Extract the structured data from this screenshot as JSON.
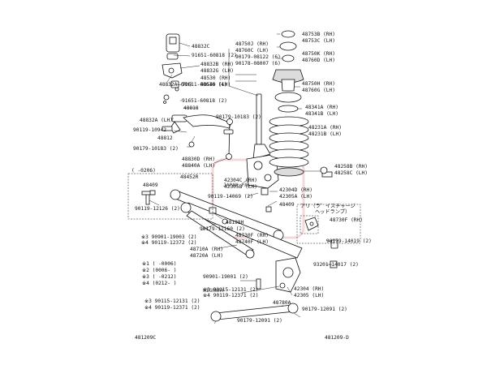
{
  "watermark": {
    "line1": "JAPAN PARTS",
    "line2": "HIGHWAY",
    "color": "#e8b9b9"
  },
  "footer": {
    "left_code": "481209C",
    "right_code": "481209-D"
  },
  "notes": [
    "※1 (    -0006)",
    "※2 (0006-    )",
    "※3 (    -0212)",
    "※4 (0212-    )"
  ],
  "callout_jp": "アリ（ラ゛イスチャージ\nヘッドランプ）",
  "labels": [
    "48832C",
    "91651-60818 (2)",
    "48832B (RH)",
    "48832G (LH)",
    "48530 (RH)",
    "48540 (LH)",
    "48832A (RH)",
    "91611-60616 (4)",
    "91651-60818 (2)",
    "48818",
    "48832A (LH)",
    "90119-10942",
    "48812",
    "90179-10183 (2)",
    "48830D (RH)",
    "48840A (LH)",
    "48750J (RH)",
    "48760C (LH)",
    "90179-08122 (6)",
    "90178-08007 (6)",
    "90179-10183 (2)",
    "48753B (RH)",
    "48753C (LH)",
    "48750K (RH)",
    "48760D (LH)",
    "48750H (RH)",
    "48760G (LH)",
    "48341A (RH)",
    "48341B (LH)",
    "48231A (RH)",
    "48231B (LH)",
    "48258B (RH)",
    "48258C (LH)",
    "(  -0206)",
    "48452R",
    "48409",
    "42304C (RH)",
    "42305B (LH)",
    "90119-14069 (2)",
    "90119-12126 (2)",
    "42304D (RH)",
    "42305A (LH)",
    "48409",
    "48198H",
    "48730F (RH)",
    "48740F (LH)",
    "90179-12160 (2)",
    "48730F (RH)",
    "※3 90901-19003 (2)",
    "※4 90119-12372 (2)",
    "90179-14019 (2)",
    "48710A (RH)",
    "48720A (LH)",
    "93201-14017 (2)",
    "90901-19001 (2)",
    "※3 90115-12131 (2)",
    "※4 90119-12371 (2)",
    "42304 (RH)",
    "42305 (LH)",
    "48780A",
    "※3 90115-12131 (2)",
    "※4 90119-12371 (2)",
    "90179-12091 (2)",
    "90179-12091 (2)"
  ]
}
